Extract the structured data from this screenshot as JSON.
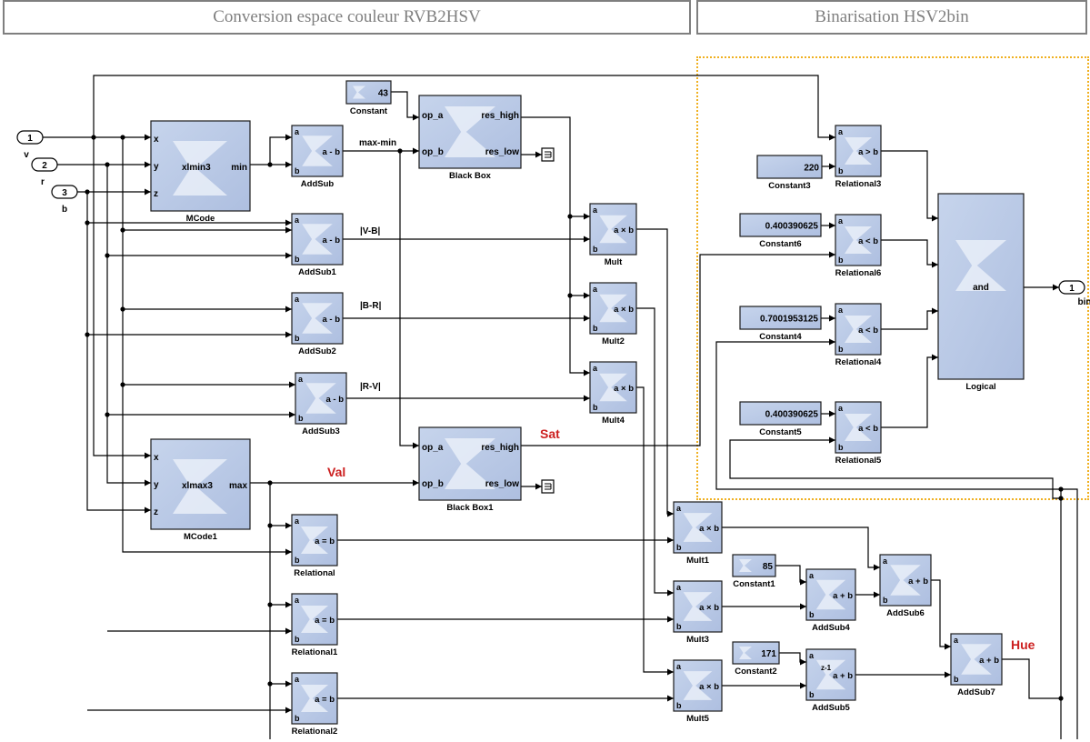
{
  "sections": {
    "rvb2hsv": "Conversion espace couleur RVB2HSV",
    "hsv2bin": "Binarisation HSV2bin"
  },
  "inports": [
    {
      "number": "1",
      "name": "v"
    },
    {
      "number": "2",
      "name": "r"
    },
    {
      "number": "3",
      "name": "b"
    }
  ],
  "outport": {
    "number": "1",
    "name": "bin"
  },
  "blocks": {
    "mcode": {
      "name": "MCode",
      "func": "xlmin3",
      "out": "min",
      "in": [
        "x",
        "y",
        "z"
      ]
    },
    "mcode1": {
      "name": "MCode1",
      "func": "xlmax3",
      "out": "max",
      "in": [
        "x",
        "y",
        "z"
      ]
    },
    "addsub": {
      "name": "AddSub",
      "op": "a - b"
    },
    "addsub1": {
      "name": "AddSub1",
      "op": "a - b"
    },
    "addsub2": {
      "name": "AddSub2",
      "op": "a - b"
    },
    "addsub3": {
      "name": "AddSub3",
      "op": "a - b"
    },
    "addsub4": {
      "name": "AddSub4",
      "op": "a + b"
    },
    "addsub5": {
      "name": "AddSub5",
      "op": "a + b",
      "delay": "z-1"
    },
    "addsub6": {
      "name": "AddSub6",
      "op": "a + b"
    },
    "addsub7": {
      "name": "AddSub7",
      "op": "a + b"
    },
    "blackbox": {
      "name": "Black Box",
      "in": [
        "op_a",
        "op_b"
      ],
      "out": [
        "res_high",
        "res_low"
      ]
    },
    "blackbox1": {
      "name": "Black Box1",
      "in": [
        "op_a",
        "op_b"
      ],
      "out": [
        "res_high",
        "res_low"
      ]
    },
    "mult": {
      "name": "Mult",
      "op": "a × b"
    },
    "mult1": {
      "name": "Mult1",
      "op": "a × b"
    },
    "mult2": {
      "name": "Mult2",
      "op": "a × b"
    },
    "mult3": {
      "name": "Mult3",
      "op": "a × b"
    },
    "mult4": {
      "name": "Mult4",
      "op": "a × b"
    },
    "mult5": {
      "name": "Mult5",
      "op": "a × b"
    },
    "relational": {
      "name": "Relational",
      "op": "a = b"
    },
    "relational1": {
      "name": "Relational1",
      "op": "a = b"
    },
    "relational2": {
      "name": "Relational2",
      "op": "a = b"
    },
    "relational3": {
      "name": "Relational3",
      "op": "a > b"
    },
    "relational4": {
      "name": "Relational4",
      "op": "a < b"
    },
    "relational5": {
      "name": "Relational5",
      "op": "a < b"
    },
    "relational6": {
      "name": "Relational6",
      "op": "a < b"
    },
    "logical": {
      "name": "Logical",
      "op": "and"
    },
    "constant": {
      "name": "Constant",
      "value": "43"
    },
    "constant1": {
      "name": "Constant1",
      "value": "85"
    },
    "constant2": {
      "name": "Constant2",
      "value": "171"
    },
    "constant3": {
      "name": "Constant3",
      "value": "220"
    },
    "constant4": {
      "name": "Constant4",
      "value": "0.7001953125"
    },
    "constant5": {
      "name": "Constant5",
      "value": "0.400390625"
    },
    "constant6": {
      "name": "Constant6",
      "value": "0.400390625"
    }
  },
  "signals": {
    "maxmin": "max-min",
    "vb": "|V-B|",
    "br": "|B-R|",
    "rv": "|R-V|",
    "sat": "Sat",
    "val": "Val",
    "hue": "Hue"
  },
  "colors": {
    "block_fill": "#b7c7e4",
    "block_border": "#1b1b1b",
    "annotation": "#cc1f1f",
    "section_border": "#7f7f7f",
    "region_dots": "#f0b020"
  }
}
